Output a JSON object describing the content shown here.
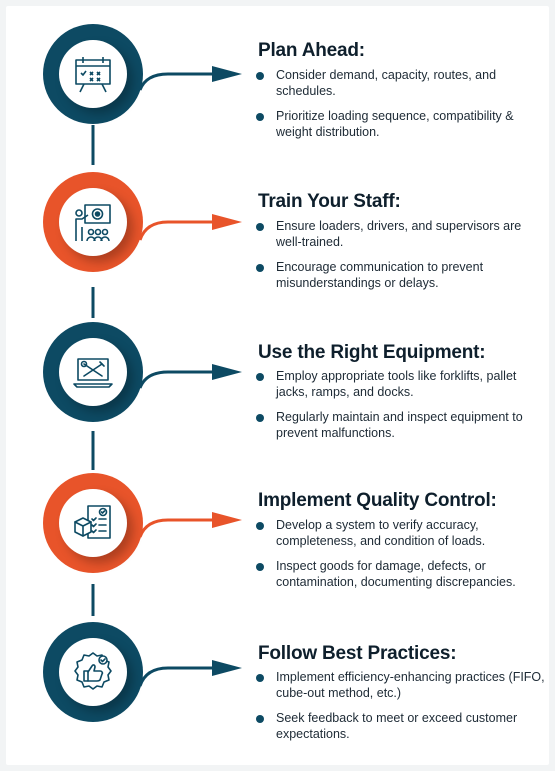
{
  "colors": {
    "teal": "#0d4a63",
    "orange": "#e8542a",
    "heading": "#0e1f2c",
    "text": "#1d2a35"
  },
  "steps": [
    {
      "title": "Plan Ahead:",
      "accent": "teal",
      "icon": "calendar-board-icon",
      "bullets": [
        "Consider demand, capacity, routes, and schedules.",
        "Prioritize loading sequence, compatibility & weight distribution."
      ]
    },
    {
      "title": "Train Your Staff:",
      "accent": "orange",
      "icon": "training-presentation-icon",
      "bullets": [
        "Ensure loaders, drivers, and supervisors are well-trained.",
        "Encourage communication to prevent misunderstandings or delays."
      ]
    },
    {
      "title": "Use the Right Equipment:",
      "accent": "teal",
      "icon": "laptop-tools-icon",
      "bullets": [
        "Employ appropriate tools like forklifts, pallet jacks, ramps, and docks.",
        "Regularly maintain and inspect equipment to prevent malfunctions."
      ]
    },
    {
      "title": "Implement Quality Control:",
      "accent": "orange",
      "icon": "checklist-box-icon",
      "bullets": [
        "Develop a system to verify accuracy, completeness, and condition of loads.",
        "Inspect goods for damage, defects, or contamination, documenting discrepancies."
      ]
    },
    {
      "title": "Follow Best Practices:",
      "accent": "teal",
      "icon": "thumbs-up-badge-icon",
      "bullets": [
        "Implement efficiency-enhancing practices (FIFO, cube-out method, etc.)",
        "Seek feedback to meet or exceed customer expectations."
      ]
    }
  ]
}
